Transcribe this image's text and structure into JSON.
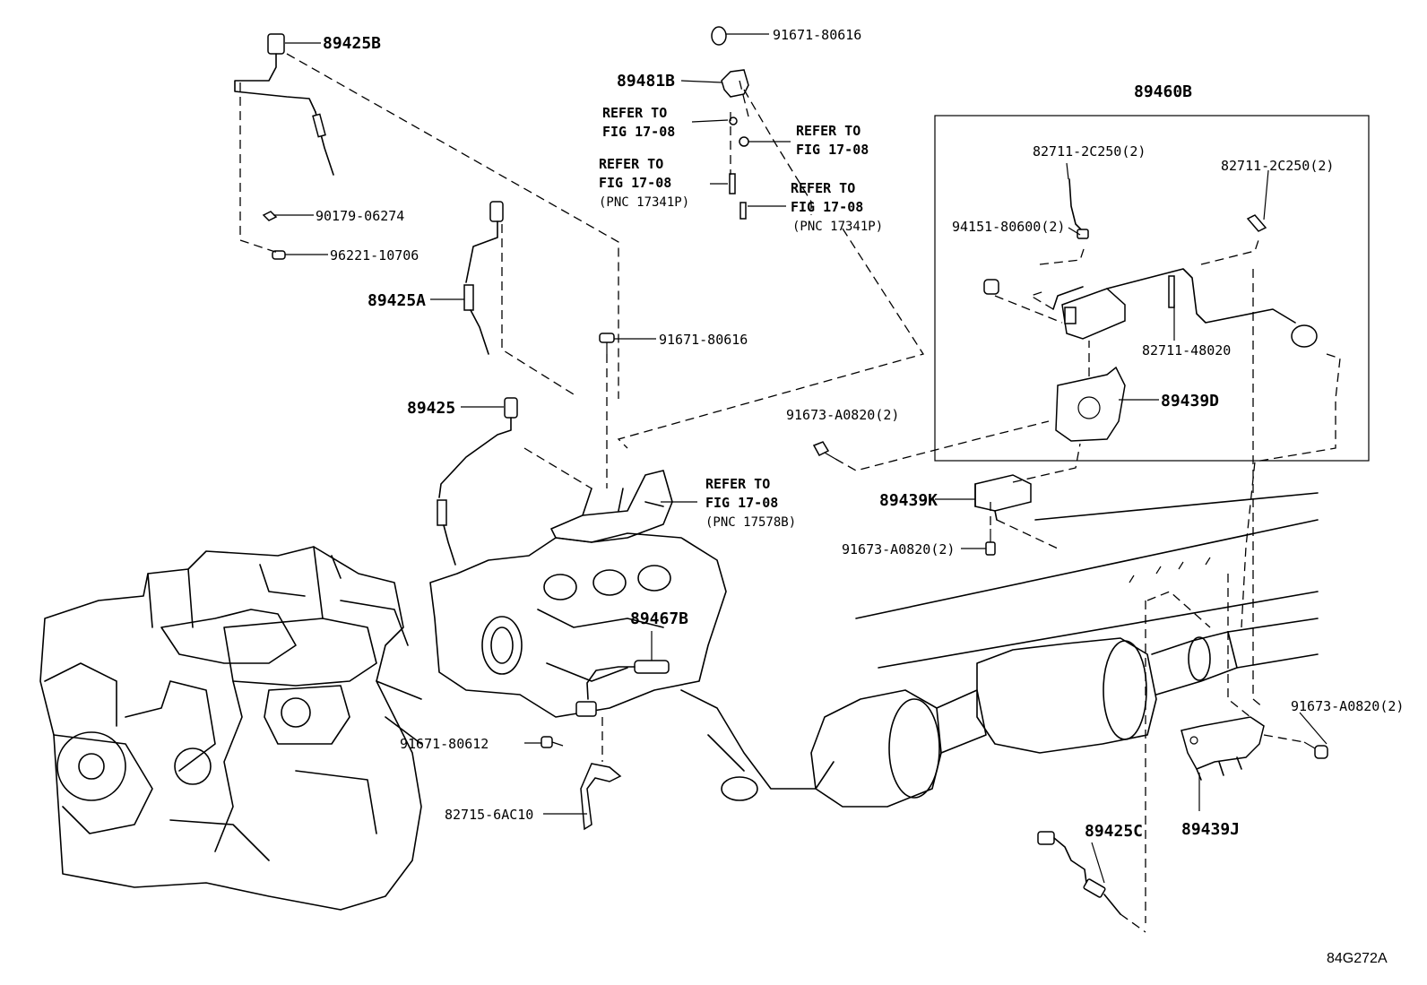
{
  "labels": {
    "p89425B": "89425B",
    "p91671_80616_top": "91671-80616",
    "p89481B": "89481B",
    "ref_a1": "REFER TO",
    "ref_a2": "FIG 17-08",
    "ref_b1": "REFER TO",
    "ref_b2": "FIG 17-08",
    "ref_c1": "REFER TO",
    "ref_c2": "FIG 17-08",
    "ref_c3": "(PNC 17341P)",
    "ref_d1": "REFER TO",
    "ref_d2": "FIG 17-08",
    "ref_d3": "(PNC 17341P)",
    "p90179_06274": "90179-06274",
    "p96221_10706": "96221-10706",
    "p89425A": "89425A",
    "p91671_80616_mid": "91671-80616",
    "p89425": "89425",
    "ref_e1": "REFER TO",
    "ref_e2": "FIG 17-08",
    "ref_e3": "(PNC 17578B)",
    "p89460B": "89460B",
    "p82711_2C250_a": "82711-2C250(2)",
    "p82711_2C250_b": "82711-2C250(2)",
    "p94151_80600": "94151-80600(2)",
    "p82711_48020": "82711-48020",
    "p89439D": "89439D",
    "p91673_A0820_a": "91673-A0820(2)",
    "p89439K": "89439K",
    "p91673_A0820_b": "91673-A0820(2)",
    "p89467B": "89467B",
    "p91671_80612": "91671-80612",
    "p82715_6AC10": "82715-6AC10",
    "p91673_A0820_c": "91673-A0820(2)",
    "p89425C": "89425C",
    "p89439J": "89439J",
    "figure_code": "84G272A"
  }
}
